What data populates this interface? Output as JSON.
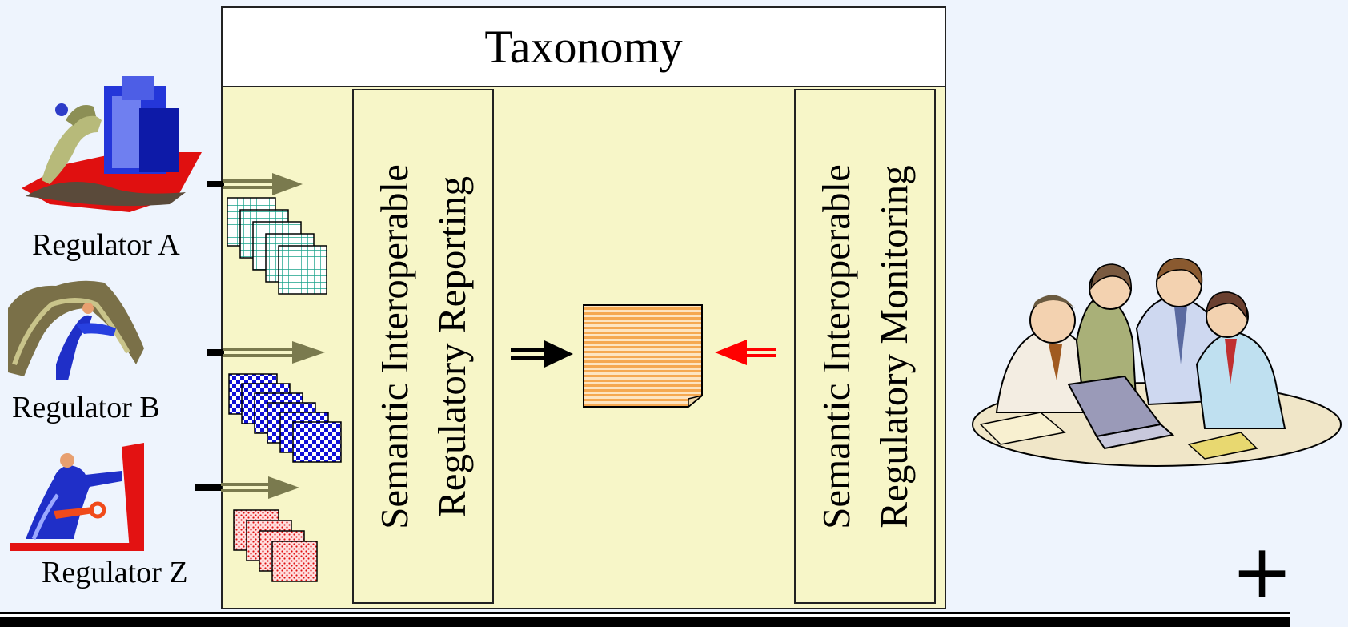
{
  "title": "Taxonomy",
  "regulators": [
    {
      "label": "Regulator A"
    },
    {
      "label": "Regulator B"
    },
    {
      "label": "Regulator Z"
    }
  ],
  "reporting_box": {
    "line1": "Semantic Interoperable",
    "line2": "Regulatory Reporting"
  },
  "monitoring_box": {
    "line1": "Semantic Interoperable",
    "line2": "Regulatory Monitoring"
  },
  "plus_sign": "+",
  "colors": {
    "background": "#eef4fd",
    "taxonomy_fill": "#f7f6c8",
    "input_arrow": "#7a7a4e",
    "red_arrow": "#ff0000",
    "document_orange": "#f5b469"
  },
  "icons": [
    "building-climber-icon",
    "cliff-climber-icon",
    "key-runner-icon",
    "team-meeting-icon",
    "spreadsheet-stack-icon",
    "document-icon"
  ]
}
